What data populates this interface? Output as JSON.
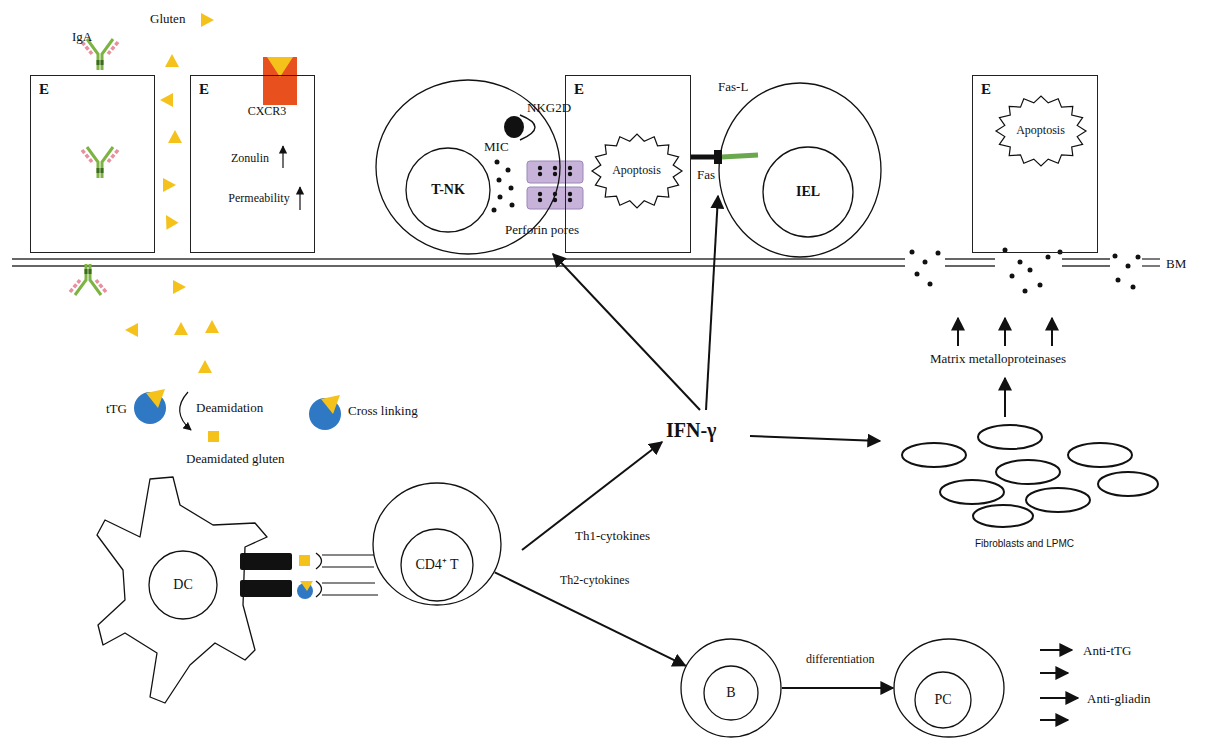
{
  "diagram": {
    "nodes": [
      {
        "text": [
          "E"
        ]
      },
      {
        "text": [
          "E",
          "CXCR3",
          "Zonulin",
          "Permeability"
        ]
      },
      {
        "text": [
          "T-NK"
        ]
      },
      {
        "text": [
          "E"
        ]
      },
      {
        "text": [
          "Apoptosis"
        ],
        "in": 3
      },
      {
        "text": [
          "IEL"
        ]
      },
      {
        "text": [
          "E"
        ]
      },
      {
        "text": [
          "Apoptosis"
        ],
        "in": 6
      },
      {
        "text": [
          "DC"
        ]
      },
      {
        "text": [
          "CD4⁺ T"
        ]
      },
      {
        "text": [
          "B"
        ]
      },
      {
        "text": [
          "PC"
        ]
      }
    ],
    "edges": [
      {
        "from": 9,
        "to": 10,
        "label": "Th2-cytokines",
        "arrow": "to"
      },
      {
        "from": 10,
        "to": 11,
        "label": "differentiation",
        "arrow": "to"
      }
    ],
    "labels": [
      "IgA",
      "Gluten",
      "NKG2D",
      "MIC",
      "Perforin pores",
      "Fas-L",
      "Fas",
      "BM",
      "tTG",
      "Deamidation",
      "Deamidated gluten",
      "Cross linking",
      "IFN-γ",
      "Th1-cytokines",
      "Matrix metalloproteinases",
      "Fibroblasts and LPMC",
      "Anti-tTG",
      "Anti-gliadin"
    ]
  }
}
